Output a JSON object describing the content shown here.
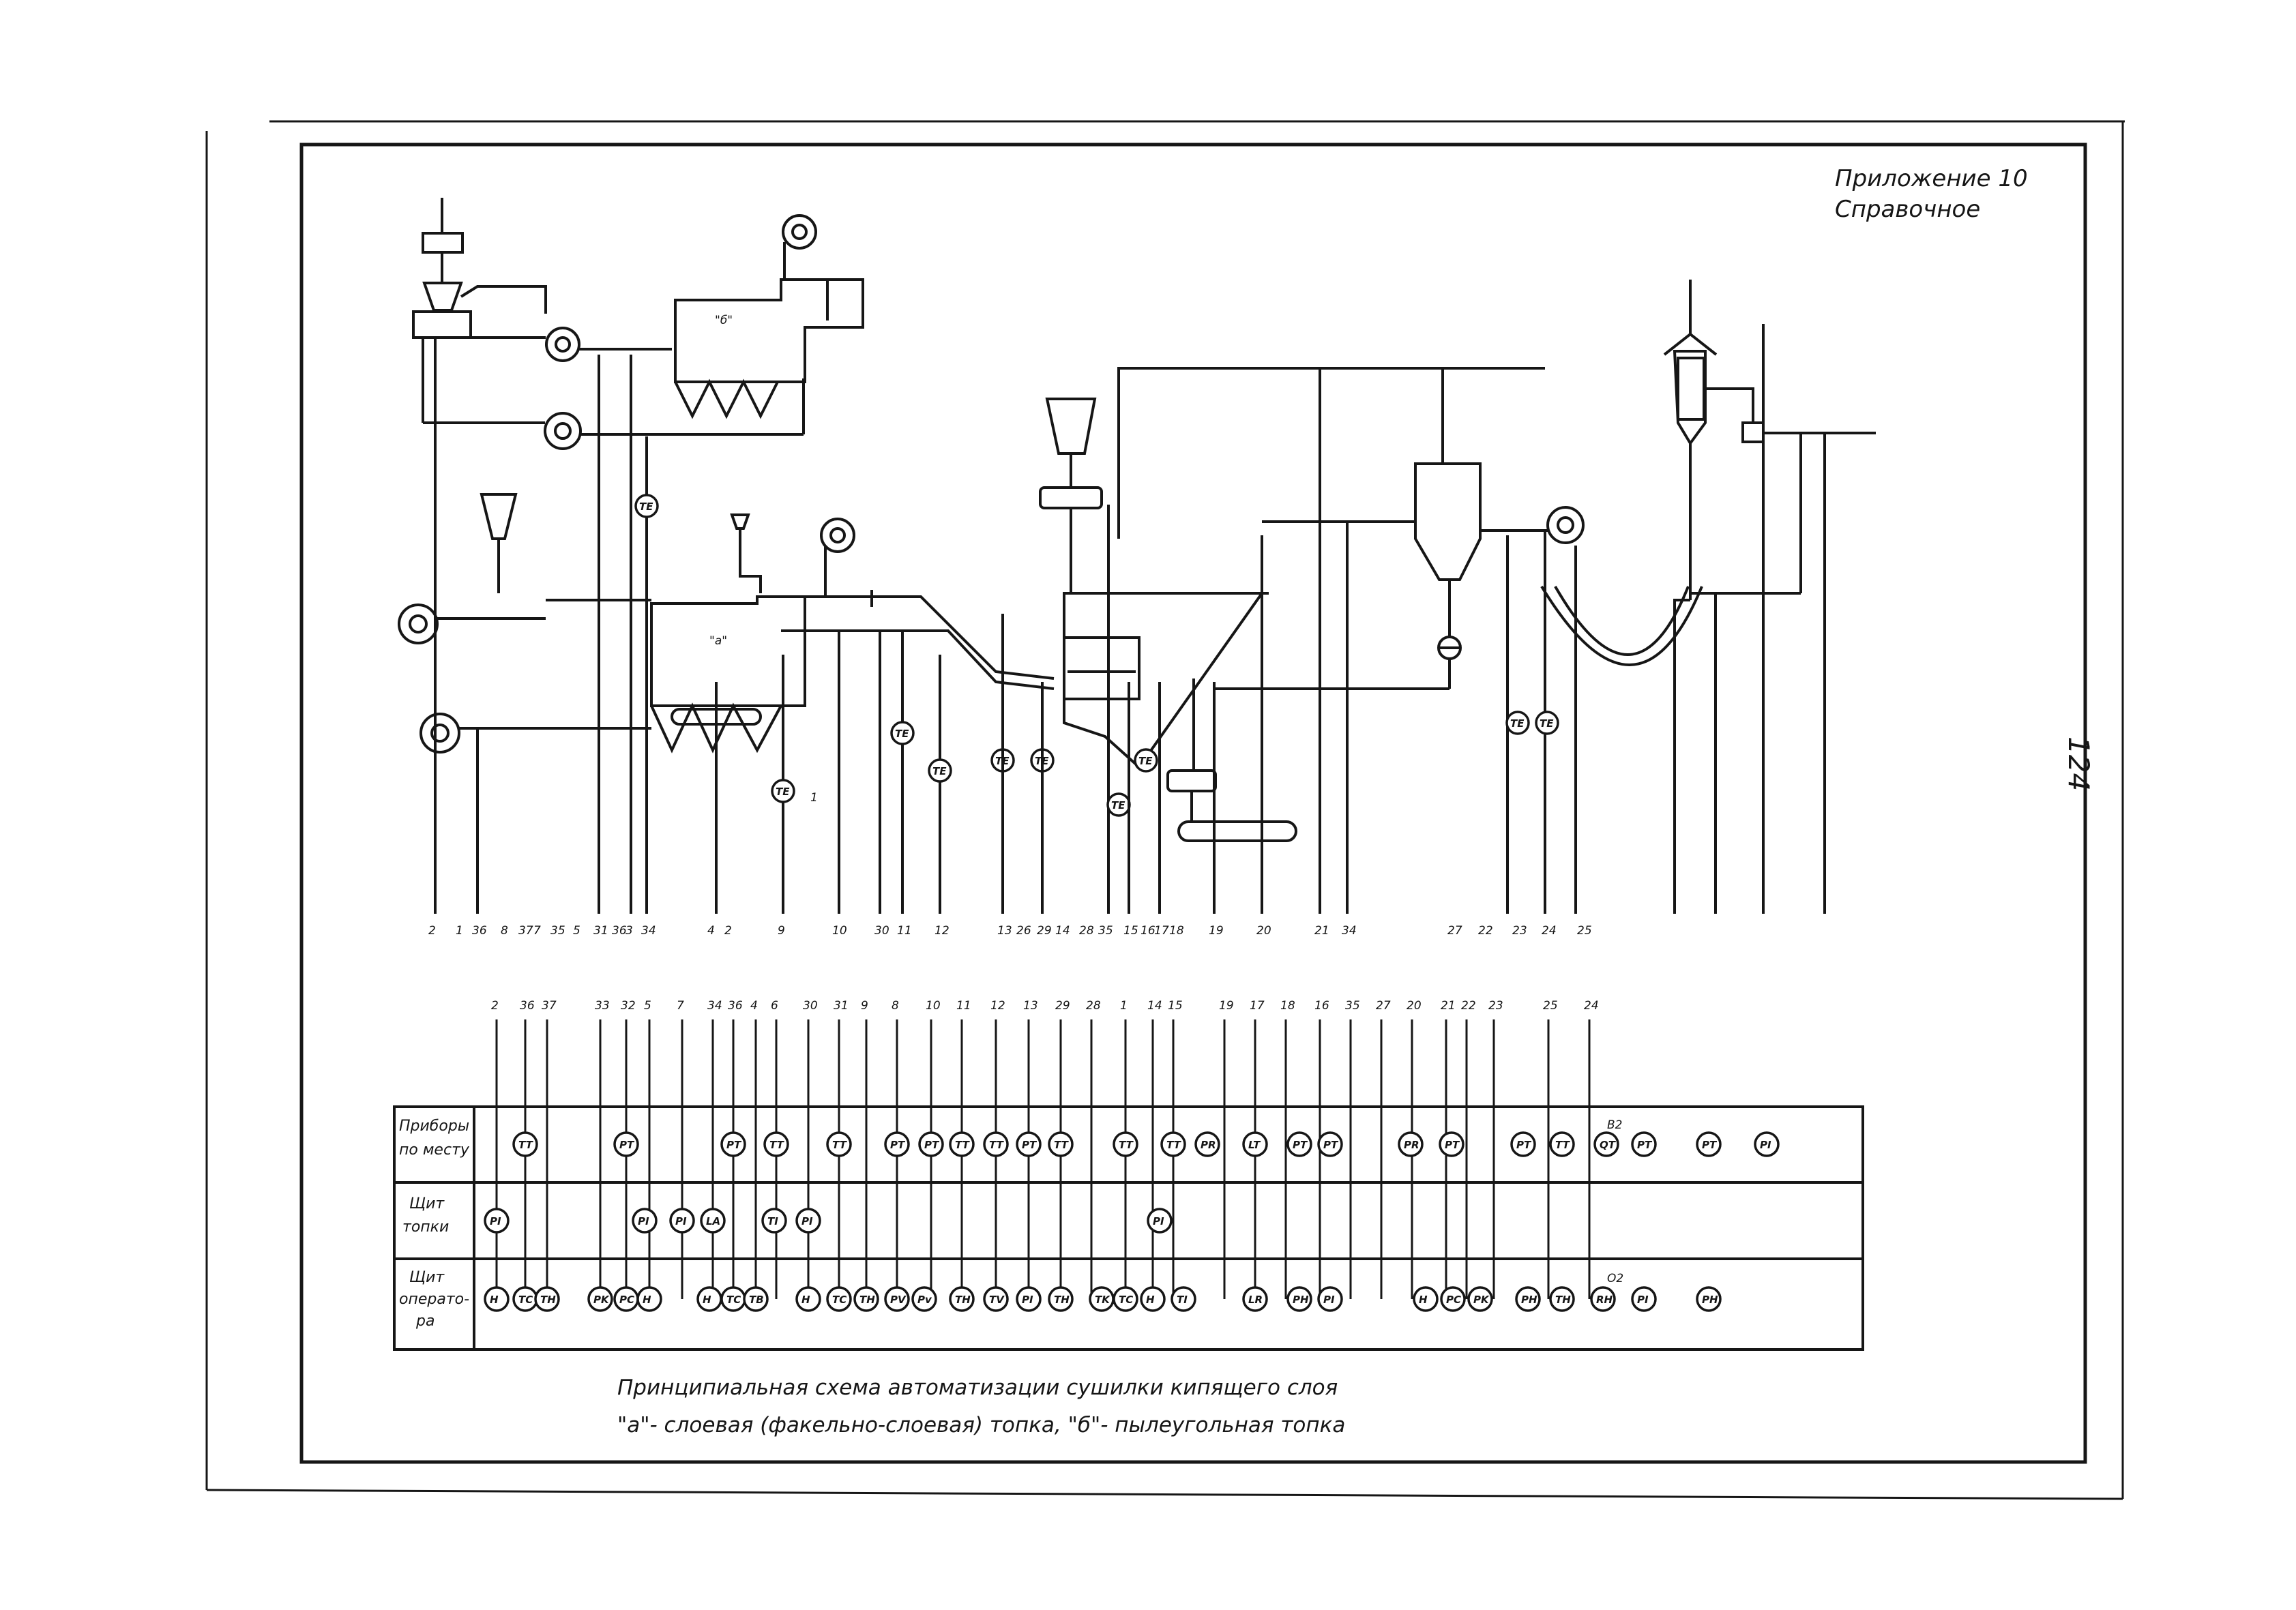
{
  "appendix": {
    "line1": "Приложение 10",
    "line2": "Справочное"
  },
  "page_number": "124",
  "furnace_labels": {
    "a": "\"а\"",
    "b": "\"б\""
  },
  "table": {
    "rows": [
      {
        "line1": "Приборы",
        "line2": "по месту"
      },
      {
        "line1": "Щит",
        "line2": "топки"
      },
      {
        "line1": "Щит",
        "line2": "операто-",
        "line3": "ра"
      }
    ]
  },
  "bottom_numbers": [
    "2",
    "1",
    "36",
    "8",
    "37",
    "7",
    "35",
    "5",
    "31",
    "36",
    "3",
    "34",
    "4",
    "2",
    "9",
    "10",
    "30",
    "11",
    "12",
    "13",
    "26",
    "29",
    "14",
    "28",
    "35",
    "15",
    "16",
    "17",
    "18",
    "19",
    "20",
    "21",
    "34",
    "27",
    "22",
    "23",
    "24",
    "25"
  ],
  "column_numbers": [
    "2",
    "36",
    "37",
    "33",
    "32",
    "5",
    "7",
    "34",
    "36",
    "4",
    "6",
    "30",
    "31",
    "9",
    "8",
    "10",
    "11",
    "12",
    "13",
    "29",
    "28",
    "1",
    "14",
    "15",
    "19",
    "17",
    "18",
    "16",
    "35",
    "27",
    "20",
    "21",
    "22",
    "23",
    "25",
    "24"
  ],
  "instruments": {
    "row1": [
      "TT",
      "PT",
      "PT",
      "TT",
      "TT",
      "PT",
      "PT",
      "TT",
      "TT",
      "PT",
      "TT",
      "TT",
      "TT",
      "PR",
      "LT",
      "PT",
      "PT",
      "PR",
      "PT",
      "PT",
      "TT",
      "QT",
      "PT",
      "PT",
      "PI"
    ],
    "row2": [
      "PI",
      "PI",
      "PI",
      "LA",
      "TI",
      "PI",
      "PI"
    ],
    "row3": [
      "H",
      "TC",
      "TH",
      "PK",
      "PC",
      "H",
      "H",
      "TC",
      "TB",
      "H",
      "TC",
      "TH",
      "PV",
      "Pv",
      "TH",
      "TV",
      "PI",
      "TH",
      "TK",
      "TC",
      "H",
      "TI",
      "LR",
      "PH",
      "PI",
      "H",
      "PC",
      "PK",
      "PH",
      "TH",
      "RH",
      "PI",
      "PH"
    ]
  },
  "annotations": {
    "b2": "В2",
    "o2": "О2",
    "one": "1"
  },
  "caption": {
    "line1": "Принципиальная схема автоматизации сушилки кипящего слоя",
    "line2": "\"а\"- слоевая (факельно-слоевая) топка, \"б\"- пылеугольная топка"
  }
}
